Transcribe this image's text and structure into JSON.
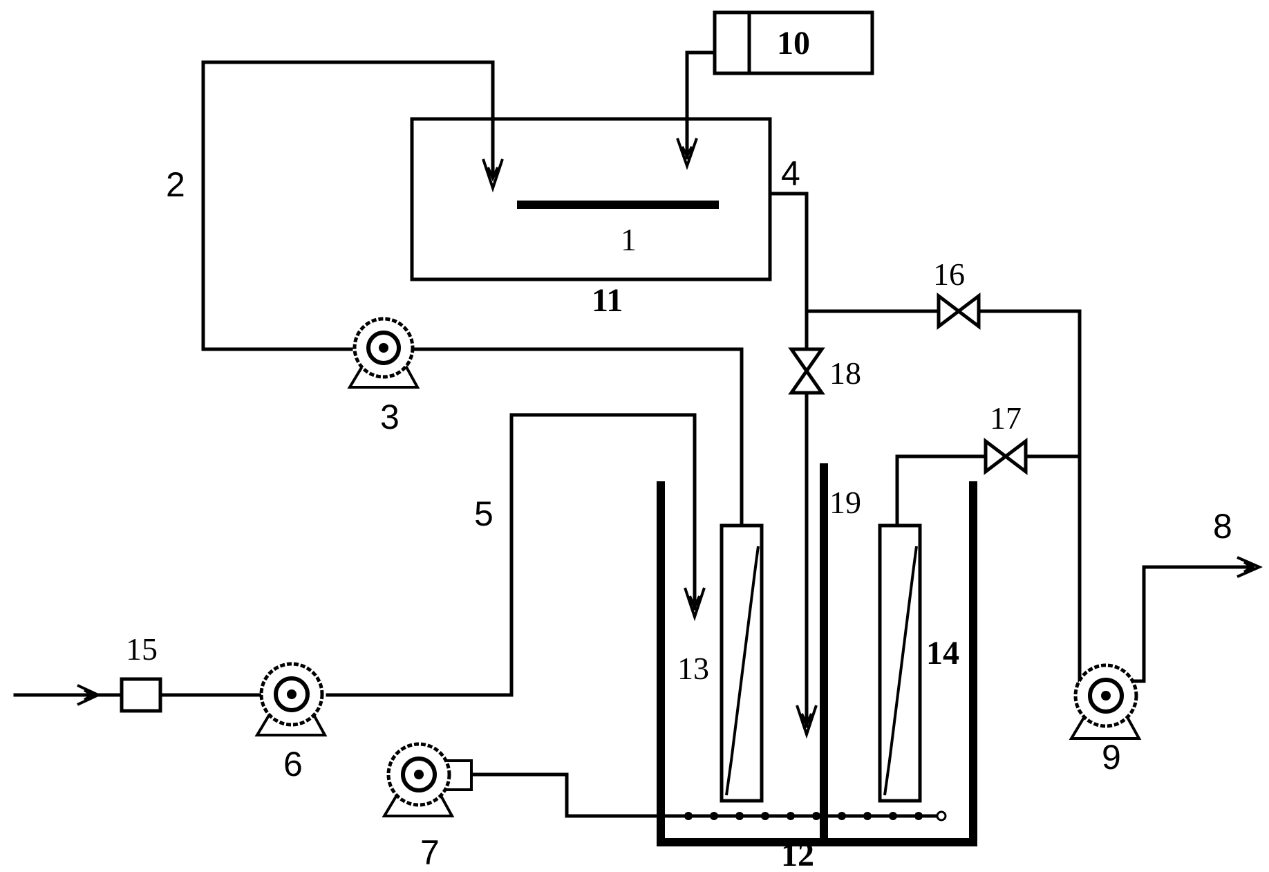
{
  "labels": {
    "tank_electrode": "1",
    "line_2": "2",
    "pump_3": "3",
    "line_4": "4",
    "line_5": "5",
    "pump_6": "6",
    "pump_7": "7",
    "outlet_8": "8",
    "pump_9": "9",
    "supply_10": "10",
    "tank_11": "11",
    "reactor_12": "12",
    "membrane_13": "13",
    "membrane_14": "14",
    "filter_15": "15",
    "valve_16": "16",
    "valve_17": "17",
    "valve_18": "18",
    "baffle_19": "19"
  }
}
